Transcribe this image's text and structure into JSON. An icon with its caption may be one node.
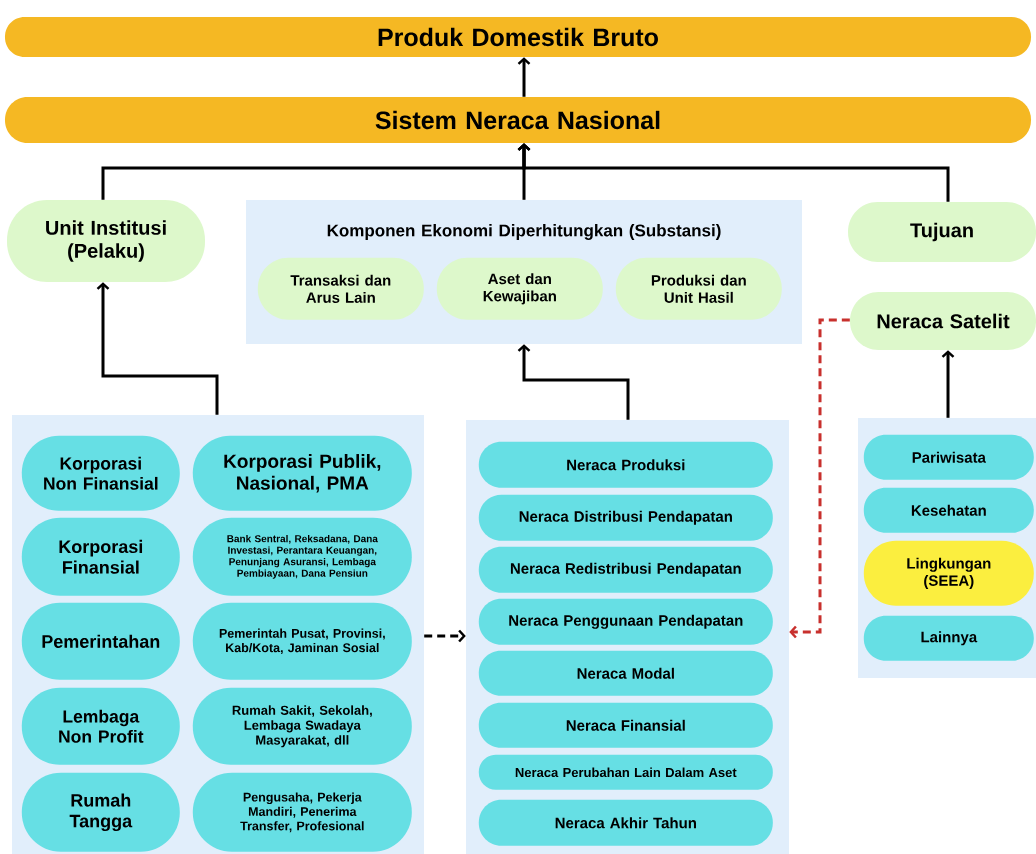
{
  "diagram": {
    "nodes": [
      {
        "text": [
          "Produk Domestik Bruto"
        ]
      },
      {
        "text": [
          "Sistem Neraca Nasional"
        ]
      },
      {
        "text": [
          "Unit Institusi (Pelaku)"
        ]
      },
      {
        "text": [
          "Komponen Ekonomi Diperhitungkan (Substansi)"
        ]
      },
      {
        "text": [
          "Transaksi dan Arus Lain"
        ],
        "in": 3
      },
      {
        "text": [
          "Aset dan Kewajiban"
        ],
        "in": 3
      },
      {
        "text": [
          "Produksi dan Unit Hasil"
        ],
        "in": 3
      },
      {
        "text": [
          "Tujuan"
        ]
      },
      {
        "text": [
          "Neraca Satelit"
        ]
      },
      {
        "text": [],
        "shape": "box"
      },
      {
        "text": [
          "Korporasi Non Finansial"
        ],
        "in": 9
      },
      {
        "text": [
          "Korporasi Publik, Nasional, PMA"
        ],
        "in": 9
      },
      {
        "text": [
          "Korporasi Finansial"
        ],
        "in": 9
      },
      {
        "text": [
          "Bank Sentral, Reksadana, Dana Investasi, Perantara Keuangan, Penunjang Asuransi, Lembaga Pembiayaan, Dana Pensiun"
        ],
        "in": 9
      },
      {
        "text": [
          "Pemerintahan"
        ],
        "in": 9
      },
      {
        "text": [
          "Pemerintah Pusat, Provinsi, Kab/Kota, Jaminan Sosial"
        ],
        "in": 9
      },
      {
        "text": [
          "Lembaga Non Profit"
        ],
        "in": 9
      },
      {
        "text": [
          "Rumah Sakit, Sekolah, Lembaga Swadaya Masyarakat, dll"
        ],
        "in": 9
      },
      {
        "text": [
          "Rumah Tangga"
        ],
        "in": 9
      },
      {
        "text": [
          "Pengusaha, Pekerja Mandiri, Penerima Transfer, Profesional"
        ],
        "in": 9
      },
      {
        "text": [],
        "shape": "box"
      },
      {
        "text": [
          "Neraca Produksi"
        ],
        "in": 20
      },
      {
        "text": [
          "Neraca Distribusi Pendapatan"
        ],
        "in": 20
      },
      {
        "text": [
          "Neraca Redistribusi Pendapatan"
        ],
        "in": 20
      },
      {
        "text": [
          "Neraca Penggunaan Pendapatan"
        ],
        "in": 20
      },
      {
        "text": [
          "Neraca Modal"
        ],
        "in": 20
      },
      {
        "text": [
          "Neraca Finansial"
        ],
        "in": 20
      },
      {
        "text": [
          "Neraca Perubahan Lain Dalam Aset"
        ],
        "in": 20
      },
      {
        "text": [
          "Neraca Akhir Tahun"
        ],
        "in": 20
      },
      {
        "text": [],
        "shape": "box"
      },
      {
        "text": [
          "Pariwisata"
        ],
        "in": 29
      },
      {
        "text": [
          "Kesehatan"
        ],
        "in": 29
      },
      {
        "text": [
          "Lingkungan (SEEA)"
        ],
        "in": 29
      },
      {
        "text": [
          "Lainnya"
        ],
        "in": 29
      }
    ],
    "edges": [
      {
        "from": 1,
        "to": 0,
        "arrow": "to"
      },
      {
        "from": 2,
        "to": 1,
        "arrow": "to"
      },
      {
        "from": 3,
        "to": 1,
        "arrow": "to"
      },
      {
        "from": 7,
        "to": 1,
        "arrow": "to"
      },
      {
        "from": 9,
        "to": 2,
        "arrow": "to"
      },
      {
        "from": 20,
        "to": 3,
        "arrow": "to"
      },
      {
        "from": 29,
        "to": 8,
        "arrow": "to"
      },
      {
        "from": 9,
        "to": 20,
        "arrow": "to",
        "style": "dashed"
      },
      {
        "from": 8,
        "to": 20,
        "arrow": "to",
        "style": "dashed",
        "color": "#c8302d"
      }
    ]
  }
}
